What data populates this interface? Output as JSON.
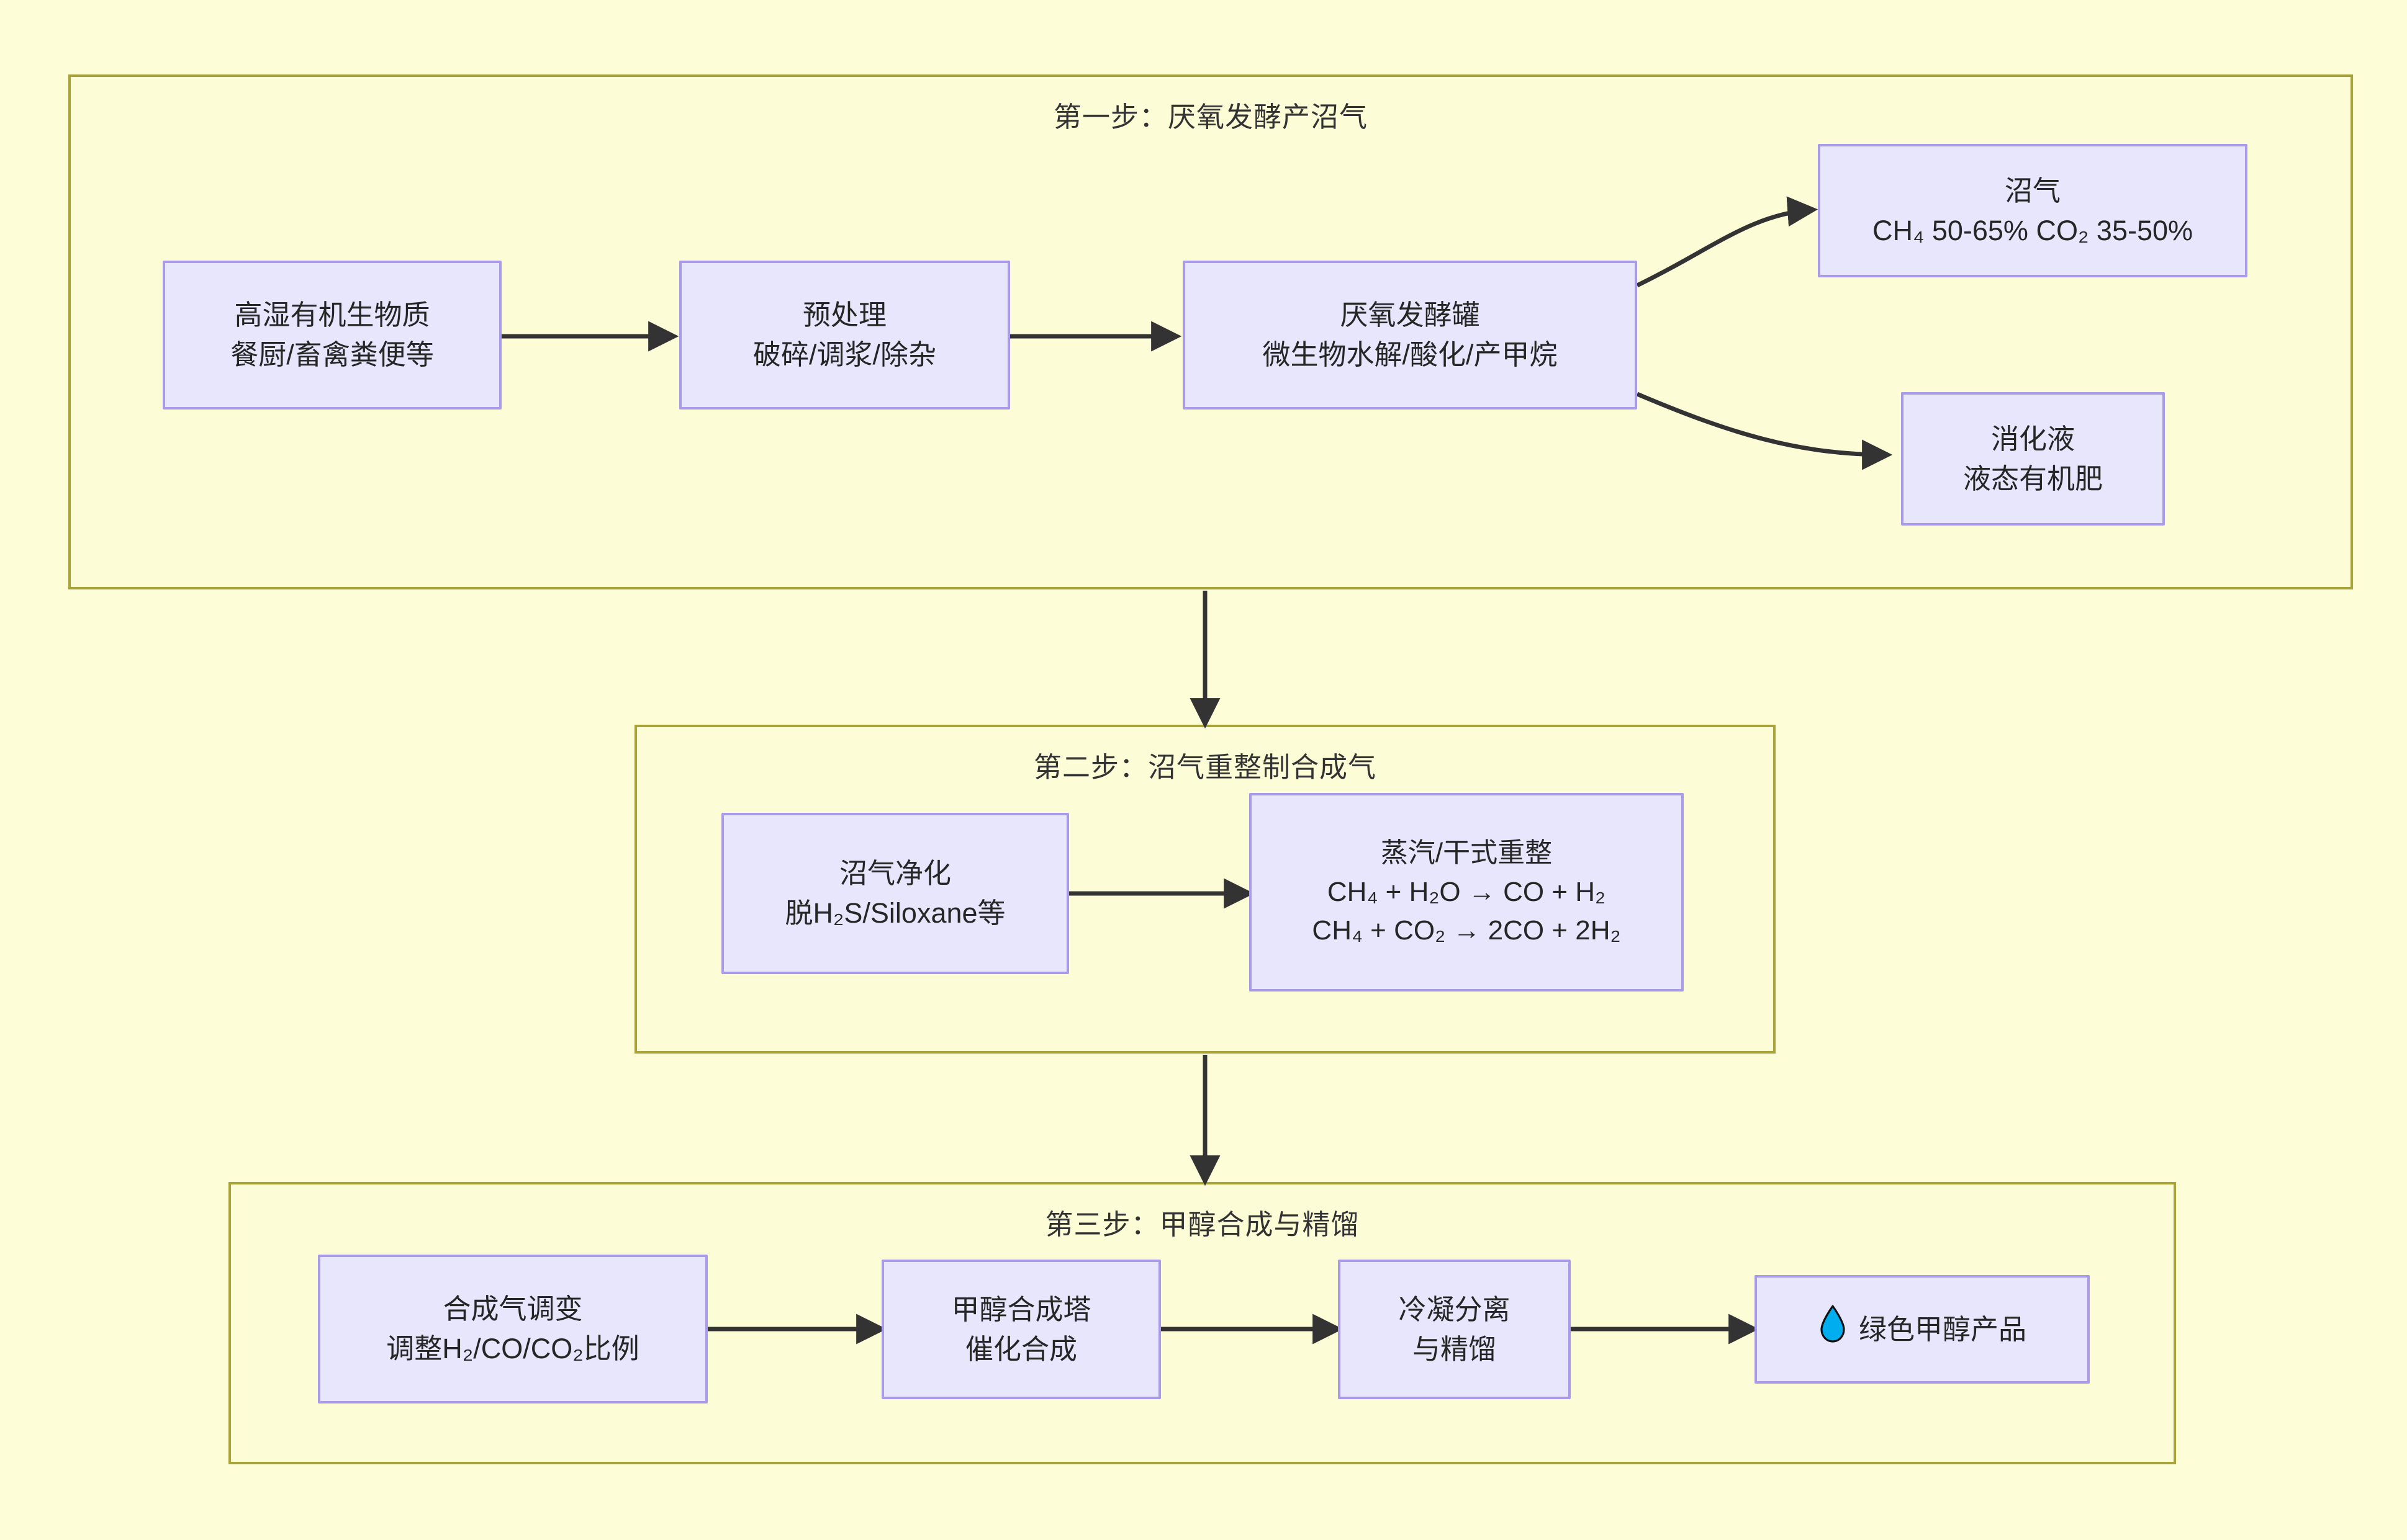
{
  "diagram": {
    "title_present": false,
    "colors": {
      "page_background": "#fdfdd8",
      "subgraph_border": "#aaa33a",
      "subgraph_fill": "#fcfcd6",
      "node_border": "#a99aea",
      "node_fill": "#e8e6fc",
      "edge_stroke": "#333333",
      "text": "#262626",
      "droplet_blue": "#00aeef"
    },
    "subgraphs": [
      {
        "id": "step1",
        "title": "第一步：厌氧发酵产沼气"
      },
      {
        "id": "step2",
        "title": "第二步：沼气重整制合成气"
      },
      {
        "id": "step3",
        "title": "第三步：甲醇合成与精馏"
      }
    ],
    "nodes": {
      "feedstock": {
        "line1": "高湿有机生物质",
        "line2": "餐厨/畜禽粪便等"
      },
      "pretreat": {
        "line1": "预处理",
        "line2": "破碎/调浆/除杂"
      },
      "digester": {
        "line1": "厌氧发酵罐",
        "line2": "微生物水解/酸化/产甲烷"
      },
      "biogas": {
        "line1": "沼气",
        "line2": "CH₄ 50-65% CO₂ 35-50%"
      },
      "digestate": {
        "line1": "消化液",
        "line2": "液态有机肥"
      },
      "purify": {
        "line1": "沼气净化",
        "line2": "脱H₂S/Siloxane等"
      },
      "reforming": {
        "line1": "蒸汽/干式重整",
        "line2": "CH₄ + H₂O → CO + H₂",
        "line3": "CH₄ + CO₂ → 2CO + 2H₂"
      },
      "shift": {
        "line1": "合成气调变",
        "line2": "调整H₂/CO/CO₂比例"
      },
      "synth_tower": {
        "line1": "甲醇合成塔",
        "line2": "催化合成"
      },
      "condense": {
        "line1": "冷凝分离",
        "line2": "与精馏"
      },
      "product": {
        "icon": "water-droplet-icon",
        "label": "绿色甲醇产品"
      }
    },
    "edges": [
      {
        "from": "feedstock",
        "to": "pretreat",
        "style": "straight-arrow"
      },
      {
        "from": "pretreat",
        "to": "digester",
        "style": "straight-arrow"
      },
      {
        "from": "digester",
        "to": "biogas",
        "style": "curved-arrow"
      },
      {
        "from": "digester",
        "to": "digestate",
        "style": "curved-arrow"
      },
      {
        "from": "step1",
        "to": "step2",
        "style": "vertical-arrow"
      },
      {
        "from": "purify",
        "to": "reforming",
        "style": "straight-arrow"
      },
      {
        "from": "step2",
        "to": "step3",
        "style": "vertical-arrow"
      },
      {
        "from": "shift",
        "to": "synth_tower",
        "style": "straight-arrow"
      },
      {
        "from": "synth_tower",
        "to": "condense",
        "style": "straight-arrow"
      },
      {
        "from": "condense",
        "to": "product",
        "style": "straight-arrow"
      }
    ]
  }
}
